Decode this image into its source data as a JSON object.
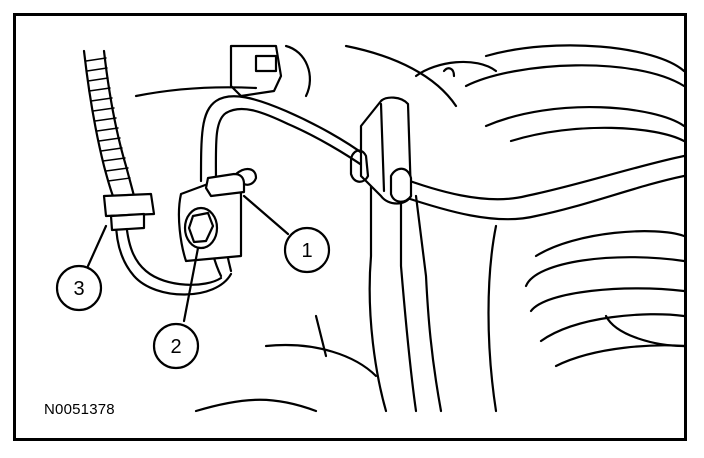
{
  "diagram": {
    "figure_id": "N0051378",
    "callouts": [
      {
        "number": "1"
      },
      {
        "number": "2"
      },
      {
        "number": "3"
      }
    ]
  },
  "colors": {
    "line": "#000000",
    "background": "#ffffff"
  }
}
